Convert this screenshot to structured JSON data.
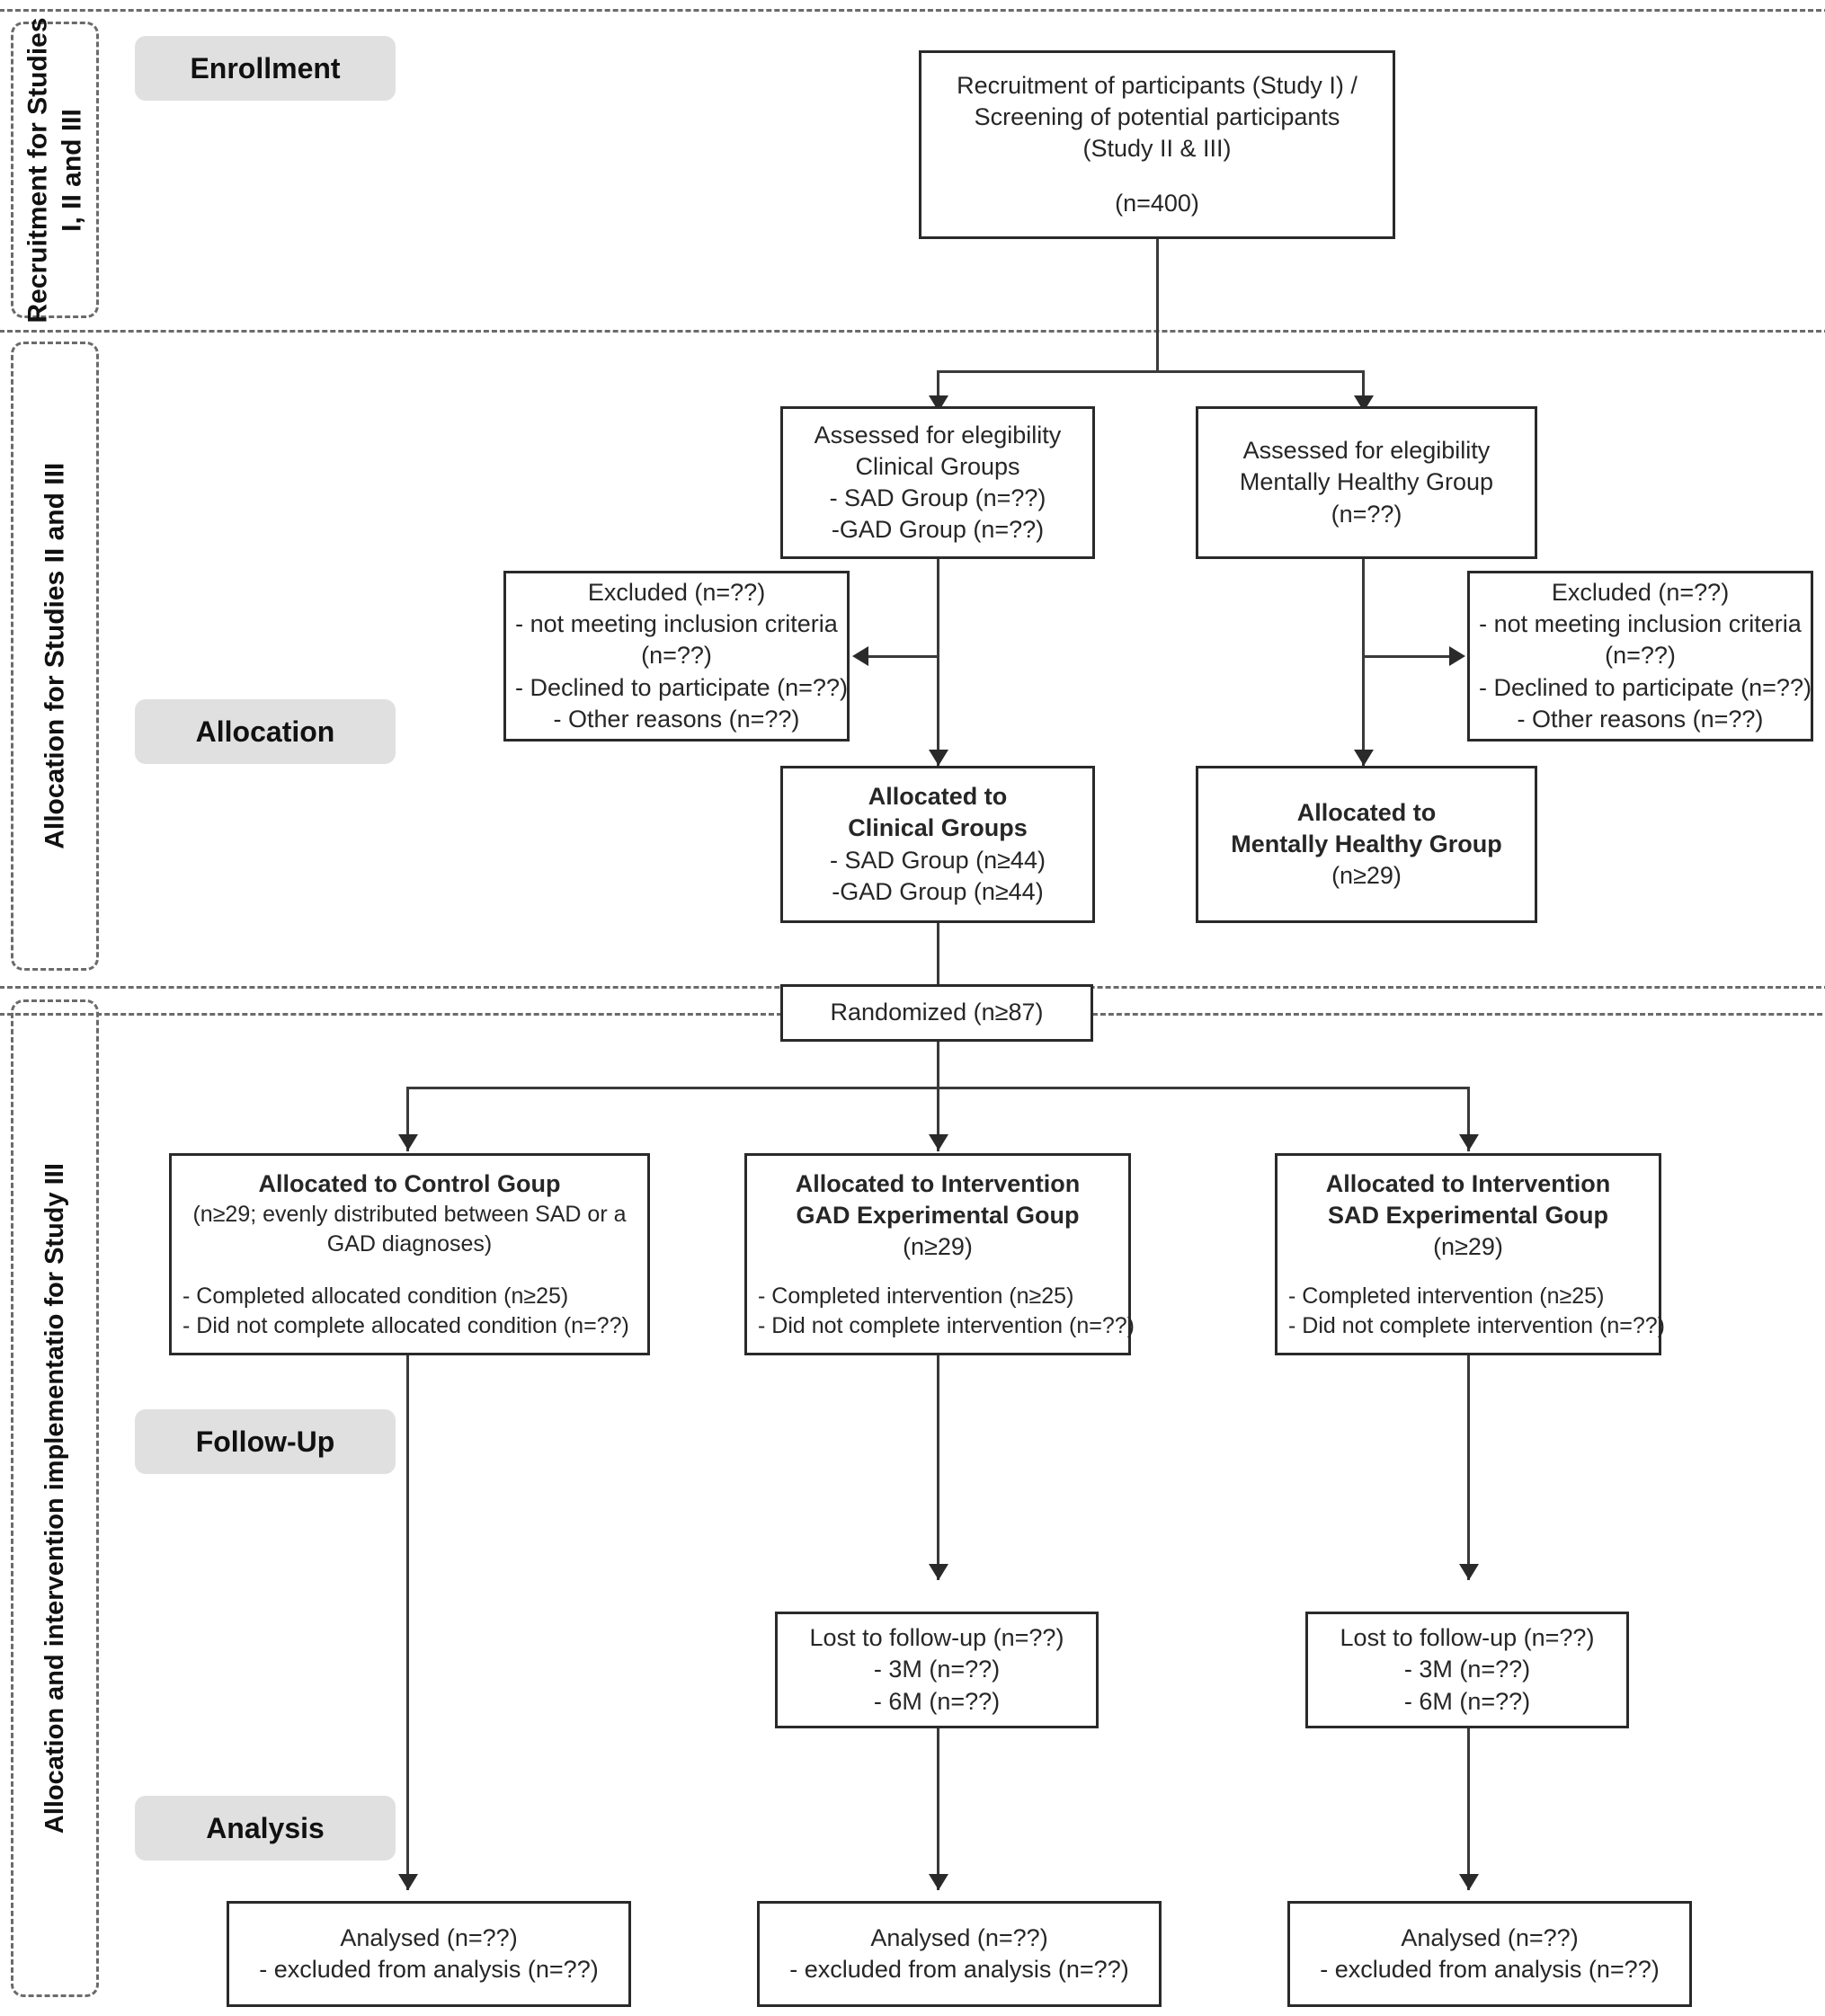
{
  "diagram": {
    "title": "CONSORT participant flow diagram",
    "colors": {
      "stage_pill_bg": "#e0e0e0",
      "box_border": "#2a2a2a",
      "dashed_region": "#6b6b6b",
      "text": "#262626"
    }
  },
  "side_bands": [
    {
      "id": "band-recruitment",
      "text": "Recruitment for Studies\nI, II and III"
    },
    {
      "id": "band-allocation",
      "text": "Allocation for Studies II and III"
    },
    {
      "id": "band-implementation",
      "text": "Allocation and intervention implementatio for Study III"
    }
  ],
  "stage_labels": {
    "enrollment": "Enrollment",
    "allocation": "Allocation",
    "follow_up": "Follow-Up",
    "analysis": "Analysis"
  },
  "nodes": {
    "recruitment": {
      "lines": [
        "Recruitment of participants (Study I) /",
        "Screening of potential participants",
        "(Study II & III)",
        "",
        "(n=400)"
      ]
    },
    "assessed_clinical": {
      "lines": [
        "Assessed for elegibility",
        "Clinical Groups",
        "- SAD Group (n=??)",
        "-GAD Group (n=??)"
      ]
    },
    "assessed_healthy": {
      "lines": [
        "Assessed for elegibility",
        "Mentally Healthy Group",
        "(n=??)"
      ]
    },
    "excluded_left": {
      "lines": [
        "Excluded (n=??)",
        "- not meeting inclusion criteria",
        "(n=??)",
        "- Declined to participate (n=??)",
        "- Other reasons (n=??)"
      ]
    },
    "excluded_right": {
      "lines": [
        "Excluded (n=??)",
        "- not meeting inclusion criteria",
        "(n=??)",
        "- Declined to participate (n=??)",
        "- Other reasons (n=??)"
      ]
    },
    "allocated_clinical": {
      "lines_bold": [
        "Allocated to",
        "Clinical Groups"
      ],
      "lines": [
        "- SAD Group (n≥44)",
        "-GAD Group (n≥44)"
      ]
    },
    "allocated_healthy": {
      "lines_bold": [
        "Allocated to",
        "Mentally Healthy Group"
      ],
      "lines": [
        "(n≥29)"
      ]
    },
    "randomized": {
      "label": "Randomized (n≥87)"
    },
    "control_group": {
      "title": "Allocated to Control Goup",
      "subtitle1": "(n≥29; evenly distributed between SAD or a",
      "subtitle2": "GAD diagnoses)",
      "bullets": [
        "- Completed allocated condition (n≥25)",
        "- Did not complete allocated condition (n=??)"
      ]
    },
    "gad_group": {
      "title1": "Allocated to Intervention",
      "title2": "GAD Experimental Goup",
      "subtitle": "(n≥29)",
      "bullets": [
        "- Completed intervention (n≥25)",
        "- Did not complete intervention (n=??)"
      ]
    },
    "sad_group": {
      "title1": "Allocated to Intervention",
      "title2": "SAD Experimental Goup",
      "subtitle": "(n≥29)",
      "bullets": [
        "- Completed intervention (n≥25)",
        "- Did not complete intervention (n=??)"
      ]
    },
    "lost_gad": {
      "lines": [
        "Lost to follow-up (n=??)",
        "- 3M (n=??)",
        "- 6M (n=??)"
      ]
    },
    "lost_sad": {
      "lines": [
        "Lost to follow-up (n=??)",
        "- 3M (n=??)",
        "- 6M (n=??)"
      ]
    },
    "analysed_control": {
      "lines": [
        "Analysed (n=??)",
        "- excluded from analysis (n=??)"
      ]
    },
    "analysed_gad": {
      "lines": [
        "Analysed (n=??)",
        "- excluded from analysis (n=??)"
      ]
    },
    "analysed_sad": {
      "lines": [
        "Analysed (n=??)",
        "- excluded from analysis (n=??)"
      ]
    }
  }
}
